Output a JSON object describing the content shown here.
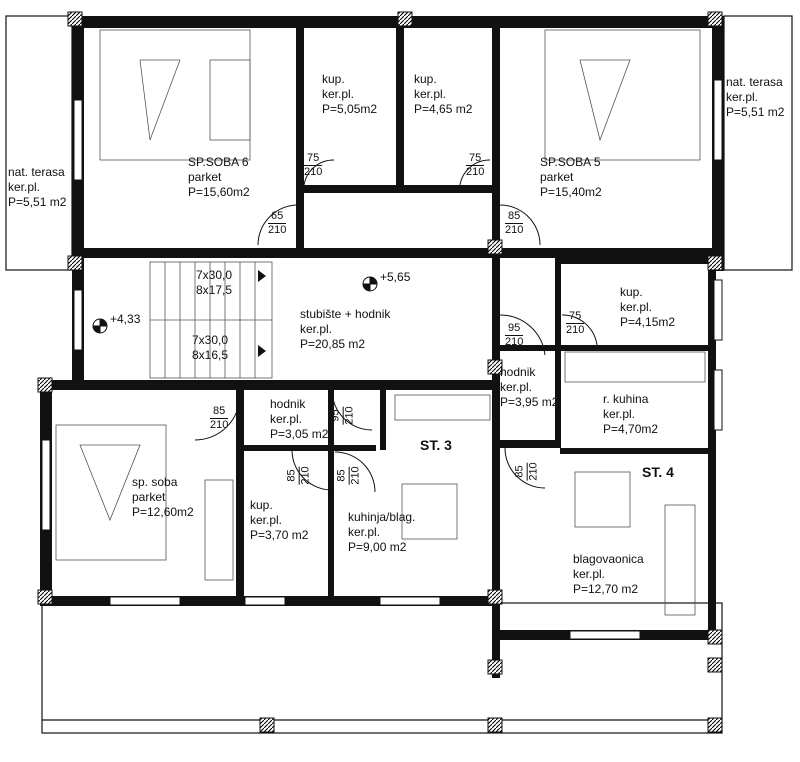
{
  "rooms": [
    {
      "id": "nat-terasa-left",
      "lines": [
        "nat. terasa",
        "ker.pl.",
        "P=5,51 m2"
      ]
    },
    {
      "id": "sp-soba-6",
      "lines": [
        "SP.SOBA 6",
        "parket",
        "P=15,60m2"
      ]
    },
    {
      "id": "kup-1",
      "lines": [
        "kup.",
        "ker.pl.",
        "P=5,05m2"
      ]
    },
    {
      "id": "kup-2",
      "lines": [
        "kup.",
        "ker.pl.",
        "P=4,65 m2"
      ]
    },
    {
      "id": "sp-soba-5",
      "lines": [
        "SP.SOBA 5",
        "parket",
        "P=15,40m2"
      ]
    },
    {
      "id": "nat-terasa-right",
      "lines": [
        "nat. terasa",
        "ker.pl.",
        "P=5,51 m2"
      ]
    },
    {
      "id": "stubiste",
      "lines": [
        "stubište + hodnik",
        "ker.pl.",
        "P=20,85 m2"
      ]
    },
    {
      "id": "kup-3",
      "lines": [
        "kup.",
        "ker.pl.",
        "P=4,15m2"
      ]
    },
    {
      "id": "hodnik-right",
      "lines": [
        "hodnik",
        "ker.pl.",
        "P=3,95 m2"
      ]
    },
    {
      "id": "r-kuhina",
      "lines": [
        "r. kuhina",
        "ker.pl.",
        "P=4,70m2"
      ]
    },
    {
      "id": "hodnik-mid",
      "lines": [
        "hodnik",
        "ker.pl.",
        "P=3,05 m2"
      ]
    },
    {
      "id": "sp-soba",
      "lines": [
        "sp. soba",
        "parket",
        "P=12,60m2"
      ]
    },
    {
      "id": "kup-4",
      "lines": [
        "kup.",
        "ker.pl.",
        "P=3,70 m2"
      ]
    },
    {
      "id": "kuhinja-blag",
      "lines": [
        "kuhinja/blag.",
        "ker.pl.",
        "P=9,00 m2"
      ]
    },
    {
      "id": "blagovaonica",
      "lines": [
        "blagovaonica",
        "ker.pl.",
        "P=12,70 m2"
      ]
    }
  ],
  "units": {
    "st3": "ST. 3",
    "st4": "ST. 4"
  },
  "stairs": {
    "upper": [
      "7x30,0",
      "8x17,5"
    ],
    "lower": [
      "7x30,0",
      "8x16,5"
    ]
  },
  "elevations": {
    "upper": "+5,65",
    "lower": "+4,33"
  },
  "doors": [
    {
      "w": "75",
      "h": "210"
    },
    {
      "w": "65",
      "h": "210"
    },
    {
      "w": "75",
      "h": "210"
    },
    {
      "w": "85",
      "h": "210"
    },
    {
      "w": "95",
      "h": "210"
    },
    {
      "w": "75",
      "h": "210"
    },
    {
      "w": "85",
      "h": "210"
    },
    {
      "w": "95",
      "h": "210"
    },
    {
      "w": "85",
      "h": "210"
    },
    {
      "w": "85",
      "h": "210"
    },
    {
      "w": "85",
      "h": "210"
    }
  ]
}
